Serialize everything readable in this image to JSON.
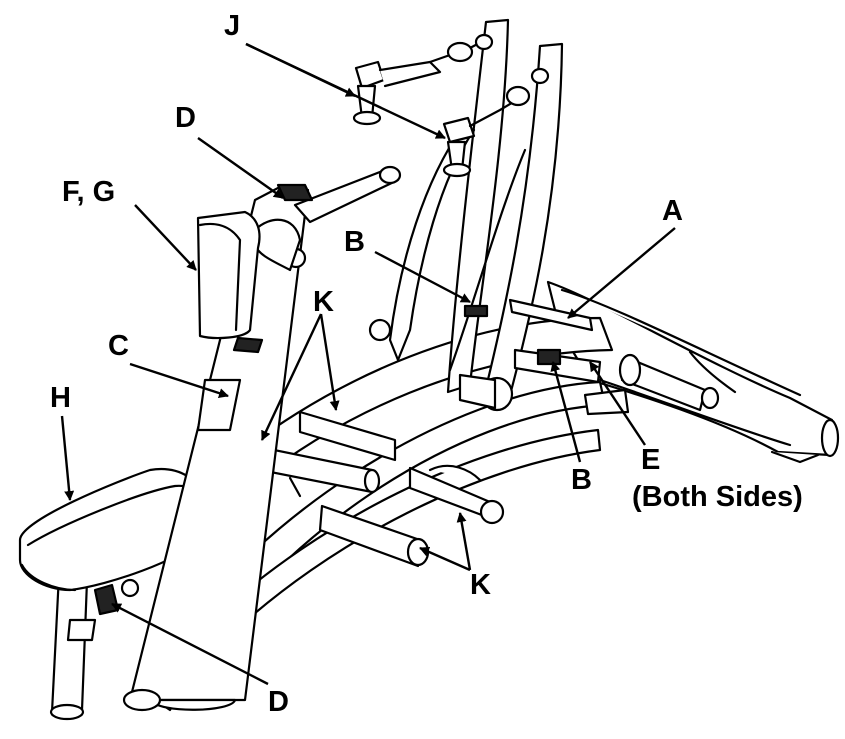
{
  "labels": {
    "J": "J",
    "D_top": "D",
    "FG": "F, G",
    "B_top": "B",
    "A": "A",
    "K_top": "K",
    "C": "C",
    "H": "H",
    "E": "E",
    "B_bottom": "B",
    "E_note": "(Both Sides)",
    "K_bottom": "K",
    "D_bottom": "D"
  },
  "colors": {
    "line": "#000000",
    "fill": "#ffffff",
    "shade": "#d9d9d9"
  }
}
